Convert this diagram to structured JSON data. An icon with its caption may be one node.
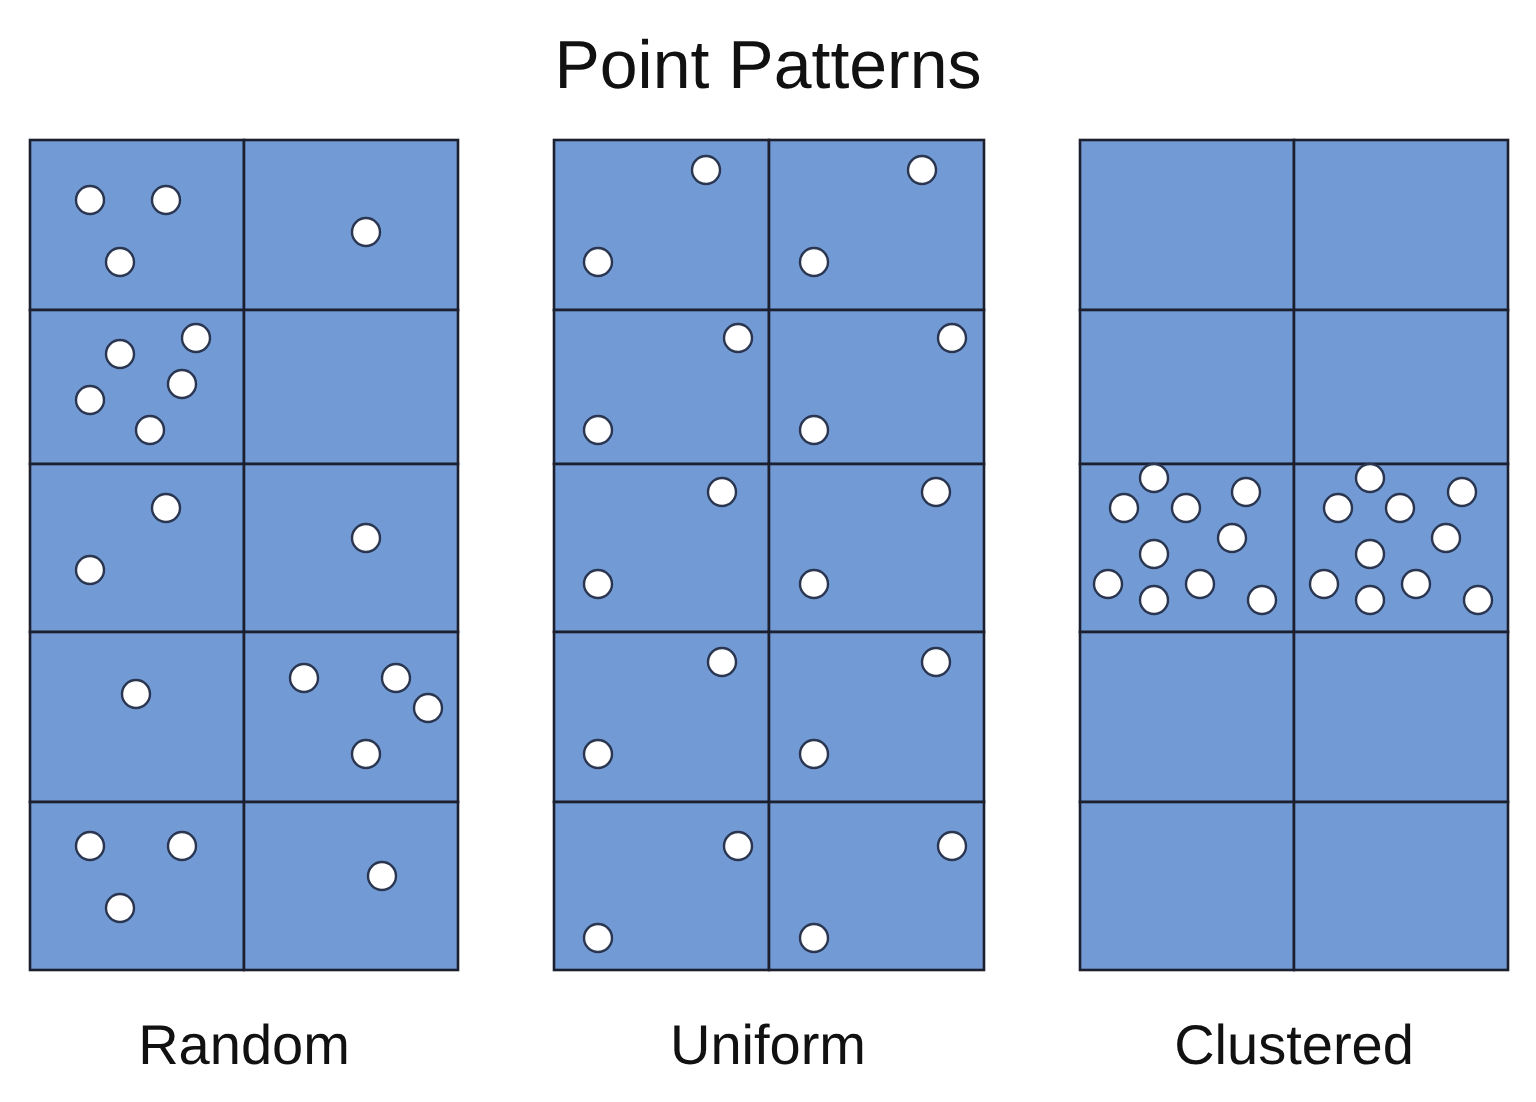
{
  "diagram": {
    "title": "Point Patterns",
    "labels": [
      "Random",
      "Uniform",
      "Clustered"
    ]
  }
}
